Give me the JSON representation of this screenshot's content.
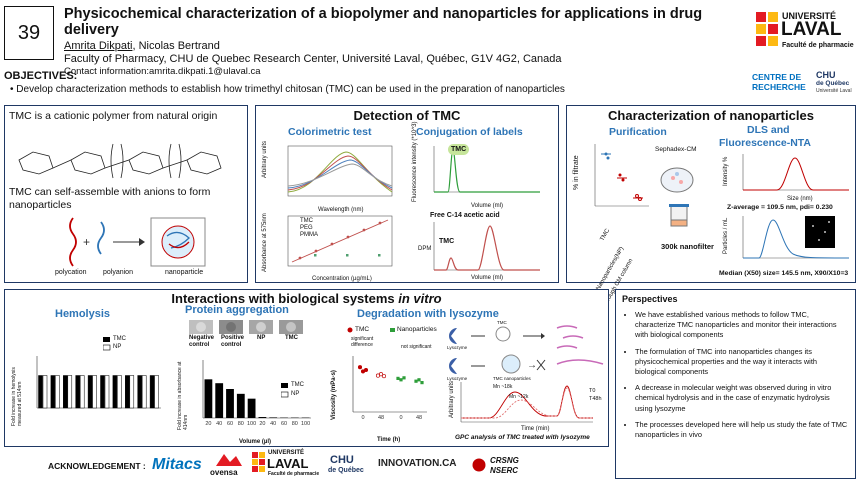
{
  "header": {
    "number": "39",
    "title": "Physicochemical characterization of a biopolymer and nanoparticles for applications in drug delivery",
    "author_main": "Amrita Dikpati",
    "author_rest": ", Nicolas Bertrand",
    "affiliation": "Faculty of Pharmacy, CHU de Quebec Research Center, Université Laval, Québec, G1V 4G2, Canada",
    "contact": "Contact information:amrita.dikpati.1@ulaval.ca"
  },
  "logos": {
    "laval_top": "UNIVERSITÉ",
    "laval_main": "LAVAL",
    "laval_sub": "Faculté de pharmacie",
    "centre": "CENTRE DE",
    "recherche": "RECHERCHE",
    "chu": "CHU",
    "de_quebec": "de Québec",
    "univ_laval_small": "Université Laval"
  },
  "objectives": {
    "label": "OBJECTIVES:",
    "bullet": "Develop characterization methods to establish how trimethyl chitosan (TMC) can be used in the preparation of nanoparticles"
  },
  "panel_tmc": {
    "line1": "TMC is a cationic polymer from natural origin",
    "line2": "TMC can self-assemble with anions to form nanoparticles",
    "polycation": "polycation",
    "polyanion": "polyanion",
    "nanoparticle": "nanoparticle"
  },
  "panel_detection": {
    "title": "Detection of TMC",
    "colorimetric": "Colorimetric test",
    "conjugation": "Conjugation of labels",
    "wavelength": "Wavelength (nm)",
    "concentration": "Concentration (µg/mL)",
    "arb_units": "Arbitrary units",
    "absorbance": "Absorbance at 575nm",
    "fluorescence": "Fluorescence intensity (*10^3)",
    "volume1": "Volume (ml)",
    "volume2": "Volume (ml)",
    "dpm": "DPM",
    "tmc_badge1": "TMC",
    "tmc_badge2": "TMC",
    "free_acid": "Free C-14 acetic acid",
    "legend_tmc": "TMC",
    "legend_peg": "PEG",
    "legend_pmma": "PMMA"
  },
  "panel_nano": {
    "title": "Characterization of nanoparticles",
    "purification": "Purification",
    "dls": "DLS  and",
    "fnta": "Fluorescence-NTA",
    "sephadex": "Sephadex-CM",
    "nanofilter": "300k nanofilter",
    "pct_filtrate": "% in filtrate",
    "cat1": "TMC",
    "cat2": "Nanoparticles(NP)",
    "cat3": "NP through CM column",
    "intensity": "Intensity %",
    "size": "Size (nm)",
    "zavg": "Z-average = 109.5 nm, pdi= 0.230",
    "particles": "Particles / mL",
    "median": "Median (X50) size= 145.5 nm, X90/X10=3"
  },
  "panel_bio": {
    "title_main": "Interactions with biological systems ",
    "title_em": "in vitro",
    "hemolysis": "Hemolysis",
    "protein": "Protein aggregation",
    "degradation": "Degradation with lysozyme",
    "hemo_y": "Fold increase in hemolysis measured at 514nm",
    "hemo_tmc": "TMC",
    "hemo_np": "NP",
    "neg_control": "Negative control",
    "pos_control": "Positive control",
    "np_label": "NP",
    "tmc_label": "TMC",
    "agg_y": "Fold increase in absorbance at 414nm",
    "agg_x": "Volume (µl)",
    "agg_tmc": "TMC",
    "agg_np": "NP",
    "deg_tmc": "TMC",
    "deg_np": "Nanoparticles",
    "sig_diff": "significant difference",
    "not_sig": "not significant",
    "viscosity": "Viscosity (mPa-s)",
    "time_h": "Time (h)",
    "lysozyme1": "Lysozyme",
    "lysozyme2": "Lysozyme",
    "tmc_small": "TMC",
    "tmc_np_small": "TMC nanoparticles",
    "arb_units": "Arbitrary units",
    "time_min": "Time (min)",
    "t0": "T0",
    "t48": "T48h",
    "gpc": "GPC analysis of TMC treated with lysozyme",
    "mn1": "Mn ~18k",
    "mn2": "Mn ~12k"
  },
  "perspectives": {
    "title": "Perspectives",
    "items": [
      "We have established various methods to follow TMC, characterize TMC nanoparticles and monitor their interactions with biological components",
      "The formulation of TMC into nanoparticles changes its physicochemical properties and the way it interacts with biological components",
      "A decrease in molecular weight was observed during in vitro chemical hydrolysis and in the case of enzymatic hydrolysis using lysozyme",
      "The processes developed here will help us study the fate of TMC nanoparticles in vivo"
    ]
  },
  "ack": {
    "label": "ACKNOWLEDGEMENT :",
    "mitacs": "Mitacs",
    "ovensa": "ovensa",
    "laval": "LAVAL",
    "laval_top": "UNIVERSITÉ",
    "laval_sub": "Faculté de pharmacie",
    "chu": "CHU",
    "de_quebec": "de Québec",
    "innovation": "INNOVATION.CA",
    "crsng": "CRSNG",
    "nserc": "NSERC"
  },
  "chart_data": [
    {
      "type": "bar",
      "title": "Hemolysis",
      "ylabel": "Fold increase in hemolysis measured at 514nm",
      "series": [
        {
          "name": "TMC",
          "values": [
            1,
            1,
            1,
            1,
            1,
            1,
            1,
            1,
            1,
            1
          ]
        },
        {
          "name": "NP",
          "values": [
            1,
            1,
            1,
            1,
            1,
            1,
            1,
            1,
            1,
            1
          ]
        }
      ],
      "ylim": [
        0,
        1.6
      ]
    },
    {
      "type": "bar",
      "title": "Protein aggregation",
      "xlabel": "Volume (µl)",
      "ylabel": "Fold increase in absorbance at 414nm",
      "categories": [
        "20",
        "40",
        "60",
        "80",
        "100",
        "20",
        "40",
        "60",
        "80",
        "100"
      ],
      "series": [
        {
          "name": "TMC",
          "values": [
            2.0,
            1.8,
            1.5,
            1.25,
            1.0,
            0.05,
            0.03,
            0.02,
            0.02,
            0.02
          ]
        }
      ],
      "ylim": [
        0,
        3
      ]
    },
    {
      "type": "scatter",
      "title": "Degradation with lysozyme",
      "xlabel": "Time (h)",
      "ylabel": "Viscosity (mPa-s)",
      "categories": [
        "0",
        "48",
        "0",
        "48"
      ],
      "series": [
        {
          "name": "TMC",
          "points": [
            [
              0,
              1.6
            ],
            [
              0,
              1.45
            ],
            [
              0,
              1.5
            ],
            [
              48,
              1.3
            ],
            [
              48,
              1.35
            ],
            [
              48,
              1.28
            ]
          ]
        },
        {
          "name": "Nanoparticles",
          "points": [
            [
              0,
              1.2
            ],
            [
              0,
              1.15
            ],
            [
              0,
              1.22
            ],
            [
              48,
              1.1
            ],
            [
              48,
              1.15
            ],
            [
              48,
              1.05
            ]
          ]
        }
      ],
      "ylim": [
        0,
        2
      ]
    }
  ]
}
